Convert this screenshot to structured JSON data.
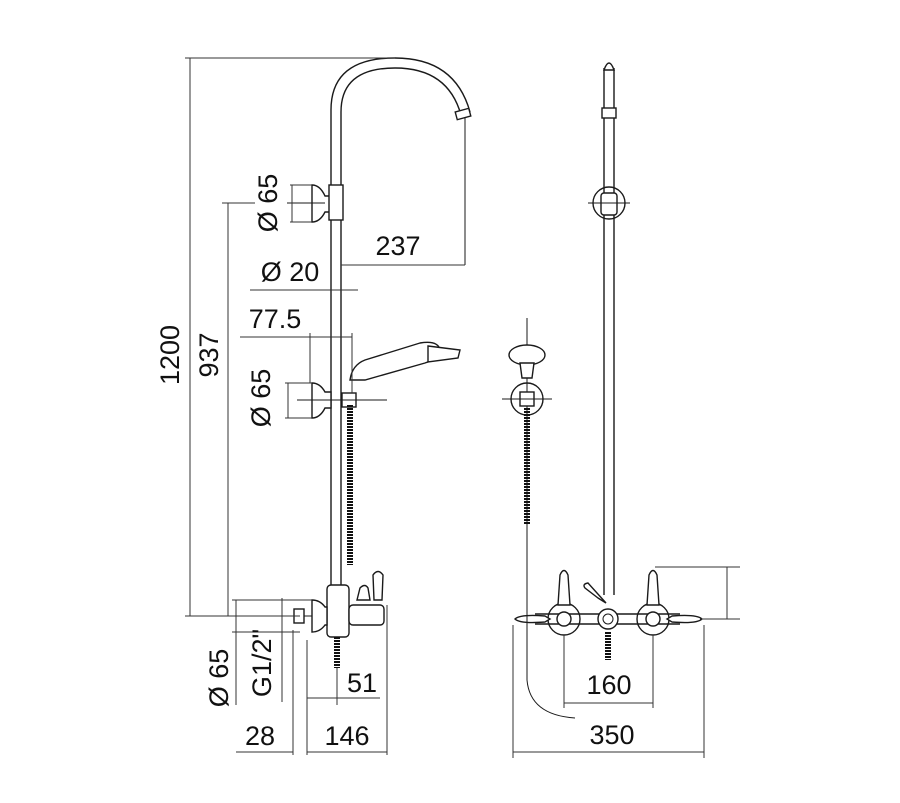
{
  "title": "Shower column technical drawing",
  "units": "mm",
  "views": [
    {
      "name": "side-view",
      "description": "Side elevation of exposed shower column with gooseneck, hand shower and wall mixer"
    },
    {
      "name": "front-view",
      "description": "Front elevation of shower column with two-handle wall mixer"
    }
  ],
  "dimensions": {
    "total_height": "1200",
    "mixer_to_upper_bracket": "937",
    "upper_bracket_diameter": "Ø 65",
    "riser_diameter": "Ø 20",
    "gooseneck_projection": "237",
    "handshower_holder_offset": "77.5",
    "lower_bracket_diameter": "Ø 65",
    "mixer_flange_diameter": "Ø 65",
    "inlet_thread": "G1/2\"",
    "mixer_outlet_offset": "51",
    "wall_to_flange": "28",
    "mixer_depth": "146",
    "inlet_centers": "160",
    "overall_width": "350"
  }
}
